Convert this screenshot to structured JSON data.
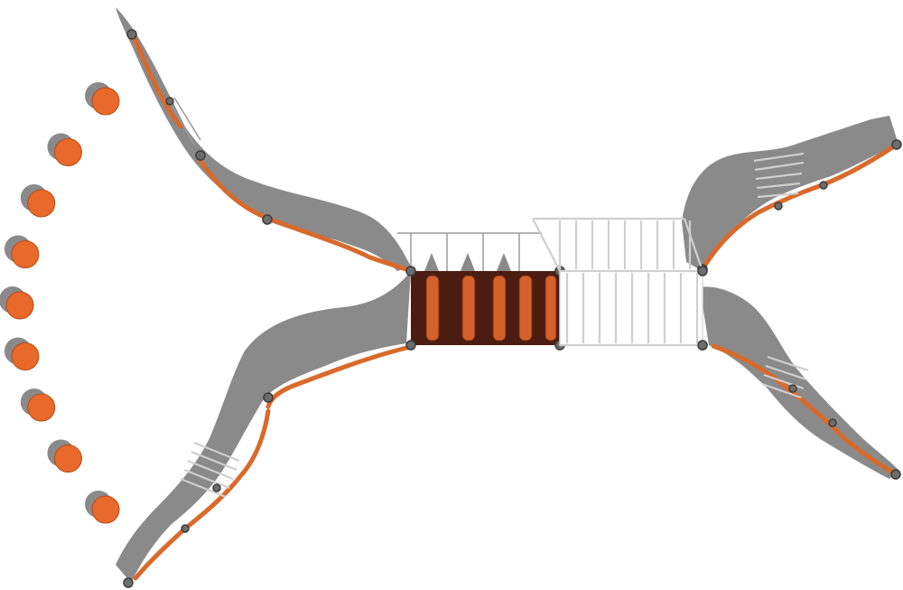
{
  "scene": {
    "type": "playground-top-view",
    "colors": {
      "accent_orange": "#e8692a",
      "shadow_gray": "#8a8a8a",
      "deck_brown": "#4a1c12",
      "post_gray": "#6d6d6d",
      "railing_light": "#cfcfcf"
    },
    "stepping_stones_count": 9,
    "climber_slats_count": 5,
    "slide_arms_count": 4
  }
}
